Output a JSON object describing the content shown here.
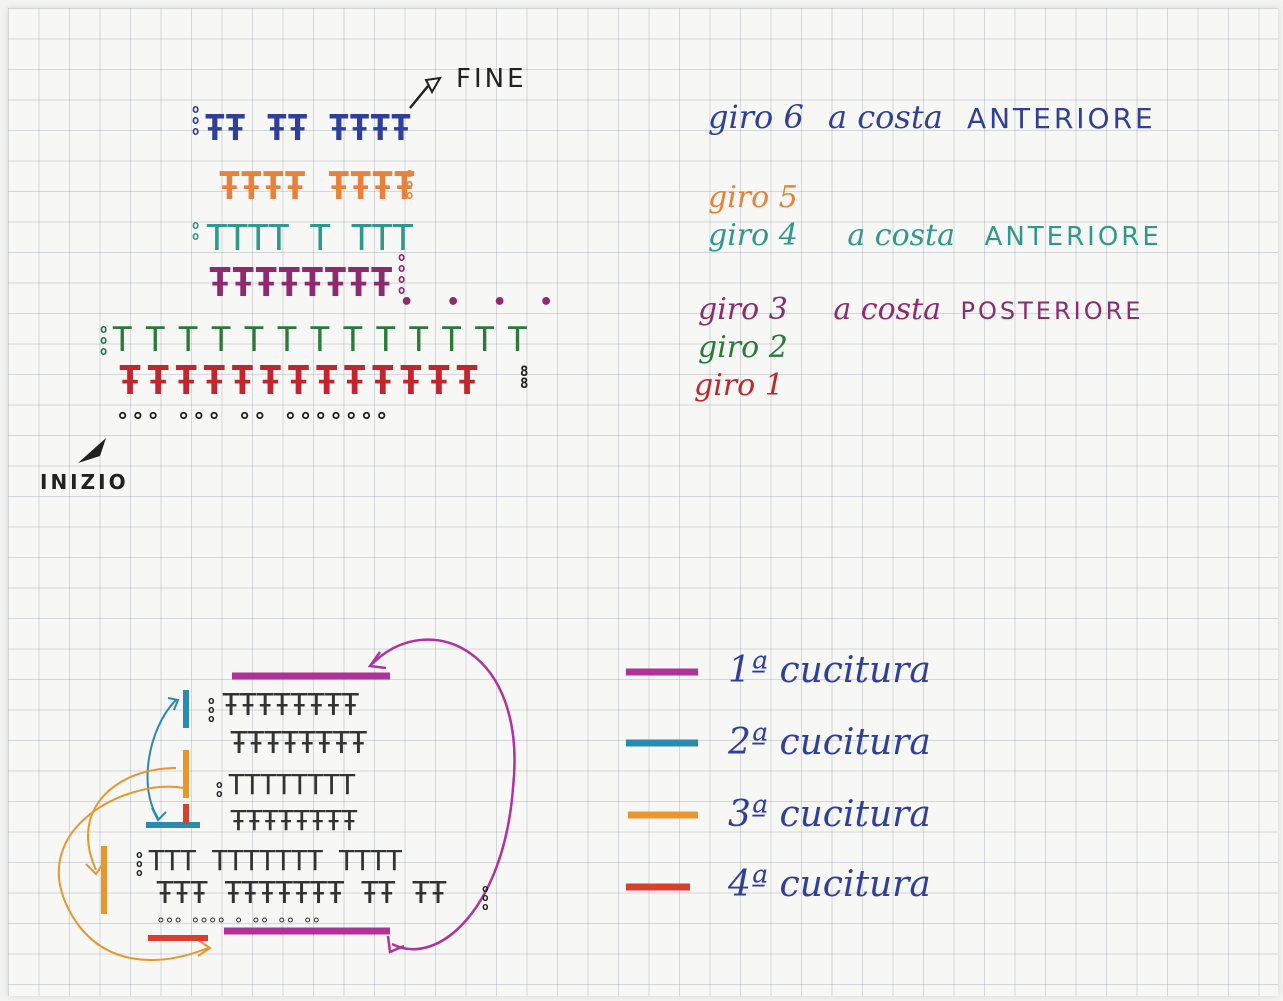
{
  "colors": {
    "round1": "#c0262e",
    "round2": "#2a7a3a",
    "round3": "#8e2a6e",
    "round4": "#2f9a8c",
    "round5": "#e8823a",
    "round6": "#2f3f9a",
    "ink": "#222222",
    "seam1": "#b0329a",
    "seam2": "#2b8ab0",
    "seam3": "#e8962e",
    "seam4": "#d8402e"
  },
  "labels": {
    "fine": "FINE",
    "inizio": "INIZIO"
  },
  "rounds": [
    {
      "label": "giro 6",
      "note": "a costa",
      "emphasis": "ANTERIORE"
    },
    {
      "label": "giro 5",
      "note": "",
      "emphasis": ""
    },
    {
      "label": "giro 4",
      "note": "a costa",
      "emphasis": "ANTERIORE"
    },
    {
      "label": "giro 3",
      "note": "a costa",
      "emphasis": "POSTERIORE"
    },
    {
      "label": "giro 2",
      "note": "",
      "emphasis": ""
    },
    {
      "label": "giro 1",
      "note": "",
      "emphasis": ""
    }
  ],
  "legend": [
    {
      "label": "1ª cucitura",
      "color_key": "seam1"
    },
    {
      "label": "2ª cucitura",
      "color_key": "seam2"
    },
    {
      "label": "3ª cucitura",
      "color_key": "seam3"
    },
    {
      "label": "4ª cucitura",
      "color_key": "seam4"
    }
  ],
  "diagram_rows": {
    "r6": "ŦŦ ŦŦ ŦŦŦŦ",
    "r5": "ŦŦŦŦ ŦŦŦŦ",
    "r4": "TTTT T TTT",
    "r3": "ŦŦŦŦŦŦŦŦ",
    "r2": "T T T T T T T T T T T T T",
    "r1": "ŦŦŦŦŦŦŦŦŦŦŦŦŦ",
    "chain": "∘∘∘ ∘∘∘ ∘∘ ∘∘∘∘∘∘∘",
    "dots": "• • • •",
    "s6": "ŦŦŦŦŦŦŦŦ",
    "s5": "ŦŦŦŦŦŦŦŦ",
    "s4": "TTTTTTTT",
    "s3": "ŦŦŦŦŦŦŦŦ",
    "s2": "TTT TTTTTTT  TTTT",
    "s1": "ŦŦŦ ŦŦŦŦŦŦŦ ŦŦ ŦŦ",
    "schain": "∘∘∘ ∘∘∘∘ ∘ ∘∘ ∘∘ ∘∘"
  }
}
